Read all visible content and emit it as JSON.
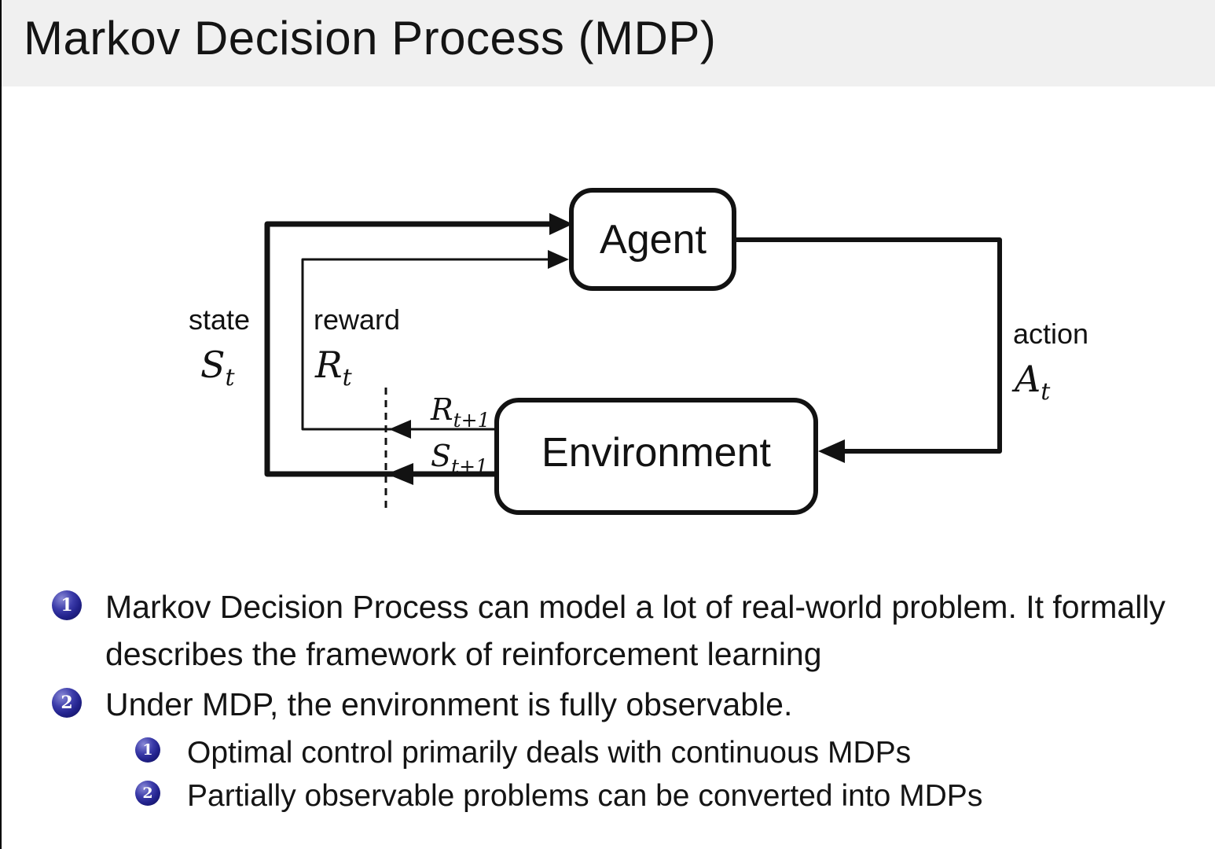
{
  "header": {
    "title": "Markov Decision Process (MDP)"
  },
  "diagram": {
    "agent_label": "Agent",
    "environment_label": "Environment",
    "state_label": "state",
    "state_sym": "S",
    "state_sub": "t",
    "reward_label": "reward",
    "reward_sym": "R",
    "reward_sub": "t",
    "next_reward_sym": "R",
    "next_reward_sub": "t+1",
    "next_state_sym": "S",
    "next_state_sub": "t+1",
    "action_label": "action",
    "action_sym": "A",
    "action_sub": "t"
  },
  "bullets": [
    {
      "num": "1",
      "text": "Markov Decision Process can model a lot of real-world problem. It formally describes the framework of reinforcement learning"
    },
    {
      "num": "2",
      "text": "Under MDP, the environment is fully observable.",
      "children": [
        {
          "num": "1",
          "text": "Optimal control primarily deals with continuous MDPs"
        },
        {
          "num": "2",
          "text": "Partially observable problems can be converted into MDPs"
        }
      ]
    }
  ],
  "colors": {
    "header_bg": "#f0f0f0",
    "diagram_stroke": "#121212",
    "bullet_ball": "#22228c",
    "text": "#141414"
  }
}
